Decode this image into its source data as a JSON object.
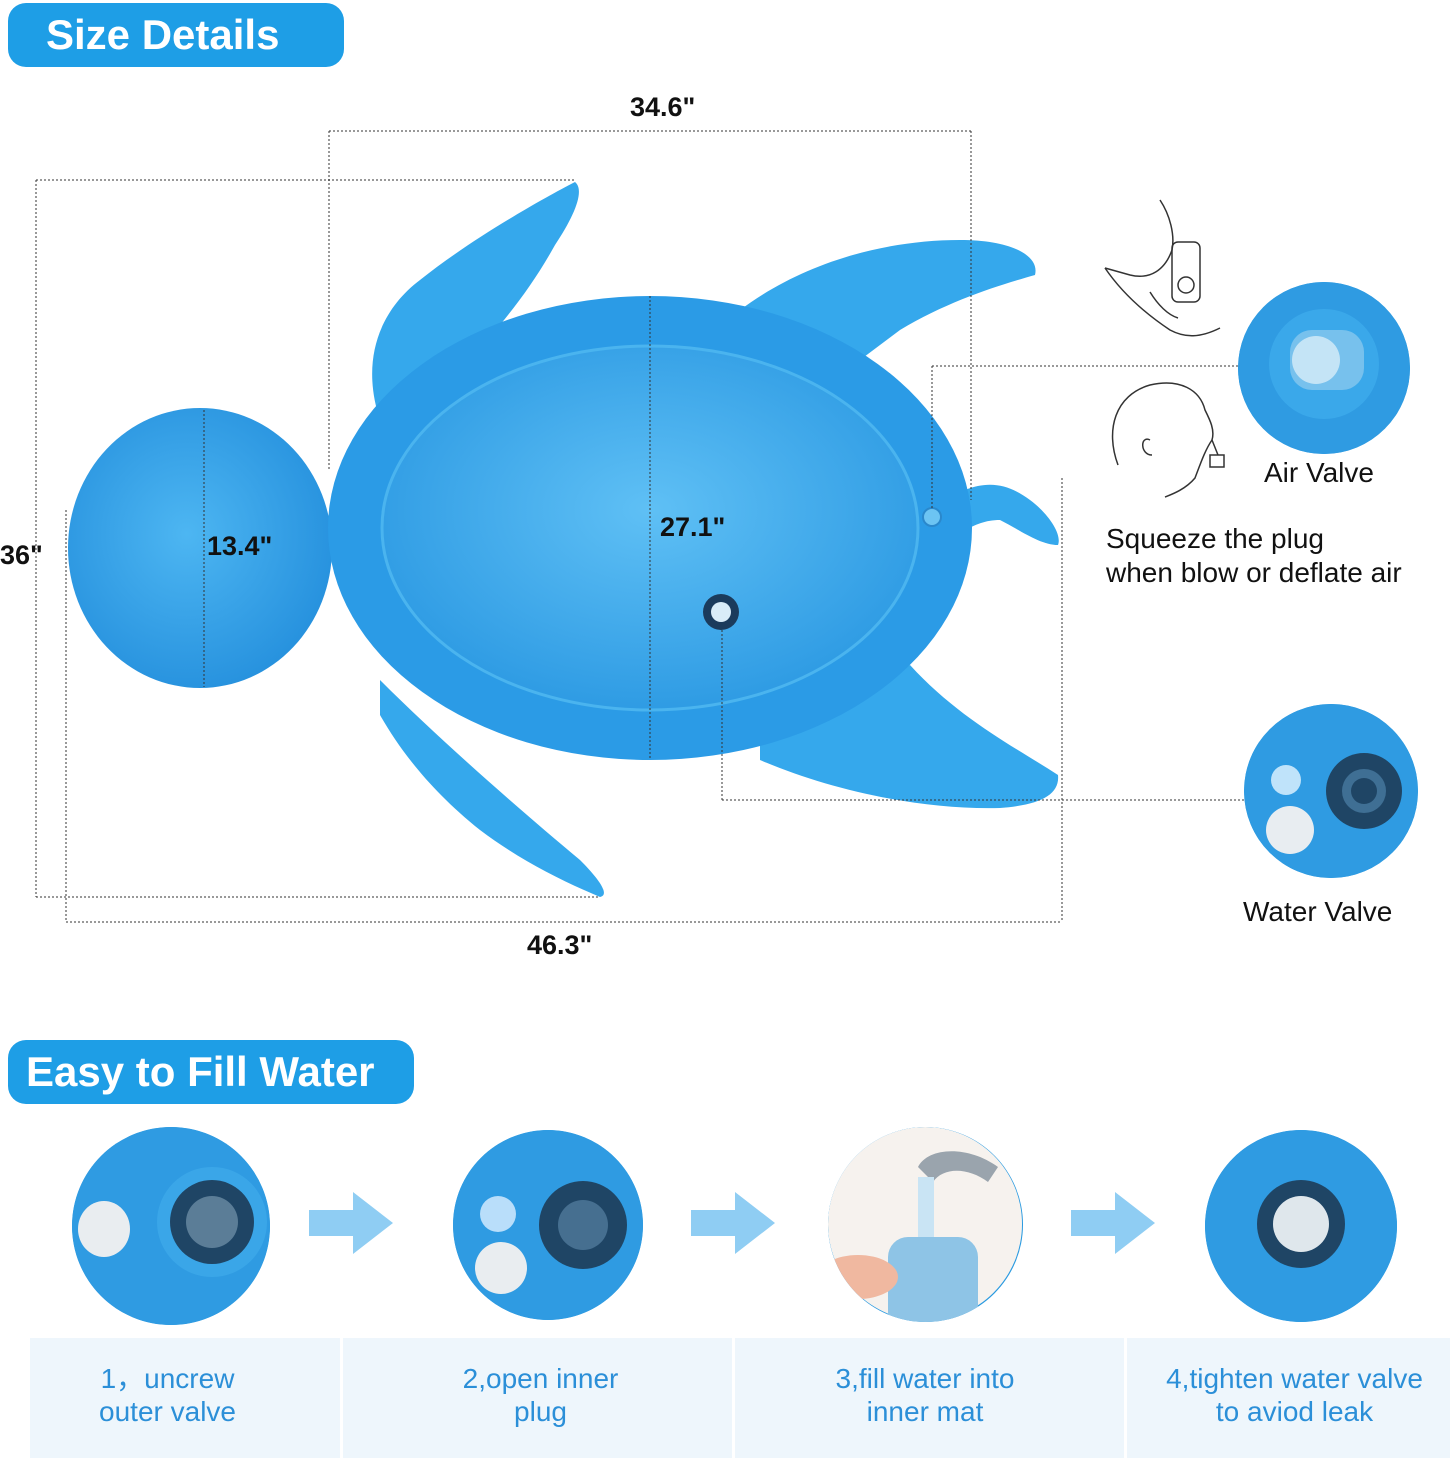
{
  "header": {
    "size_details": "Size Details",
    "easy_fill": "Easy to Fill Water"
  },
  "dimensions": {
    "top_width": "34.6\"",
    "height_total": "36\"",
    "head_height": "13.4\"",
    "body_height": "27.1\"",
    "bottom_width": "46.3\""
  },
  "valves": {
    "air_valve": "Air Valve",
    "squeeze_line1": "Squeeze the plug",
    "squeeze_line2": "when blow or deflate air",
    "water_valve": "Water Valve"
  },
  "steps": [
    {
      "line1": "1，uncrew",
      "line2": "outer valve"
    },
    {
      "line1": "2,open inner",
      "line2": "plug"
    },
    {
      "line1": "3,fill water into",
      "line2": "inner mat"
    },
    {
      "line1": "4,tighten water valve",
      "line2": "to aviod leak"
    }
  ],
  "colors": {
    "accent": "#1e9ee6",
    "turtle": "#35a8ec",
    "step_text": "#2b8fd8",
    "step_bg": "#eef6fc"
  }
}
